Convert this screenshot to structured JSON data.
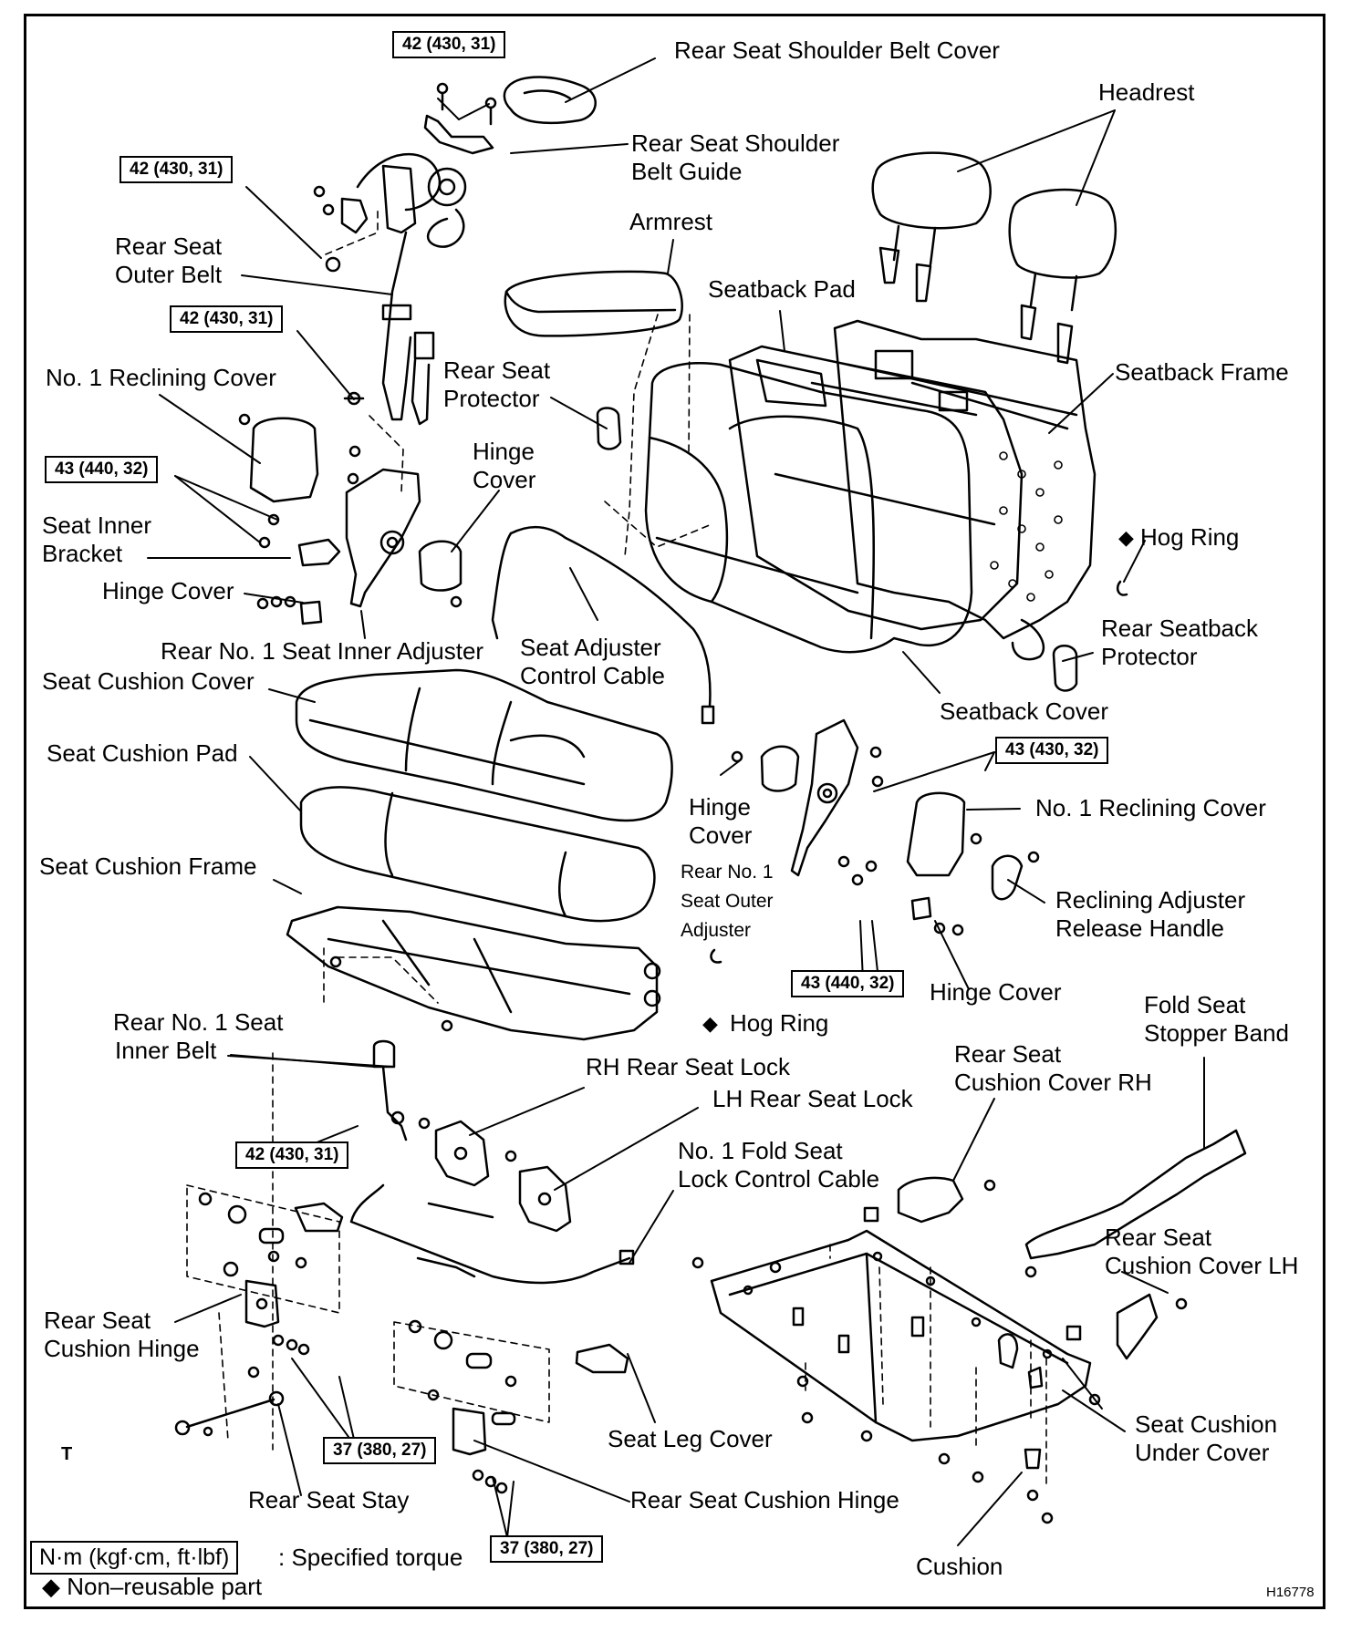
{
  "diagram": {
    "labels": {
      "shoulder_belt_cover": "Rear Seat Shoulder Belt Cover",
      "shoulder_belt_guide_1": "Rear Seat Shoulder",
      "shoulder_belt_guide_2": "Belt Guide",
      "headrest": "Headrest",
      "armrest": "Armrest",
      "outer_belt_1": "Rear Seat",
      "outer_belt_2": "Outer Belt",
      "seatback_pad": "Seatback Pad",
      "seatback_frame": "Seatback Frame",
      "reclining_cover_left": "No. 1 Reclining Cover",
      "rear_seat_protector_1": "Rear Seat",
      "rear_seat_protector_2": "Protector",
      "hinge_cover_top_1": "Hinge",
      "hinge_cover_top_2": "Cover",
      "seat_inner_bracket_1": "Seat Inner",
      "seat_inner_bracket_2": "Bracket",
      "hog_ring_right": "Hog Ring",
      "hinge_cover_left": "Hinge Cover",
      "rear_seatback_protector_1": "Rear Seatback",
      "rear_seatback_protector_2": "Protector",
      "inner_adjuster": "Rear No. 1 Seat Inner Adjuster",
      "adjuster_cable_1": "Seat Adjuster",
      "adjuster_cable_2": "Control Cable",
      "seat_cushion_cover": "Seat Cushion Cover",
      "seatback_cover": "Seatback Cover",
      "seat_cushion_pad": "Seat Cushion Pad",
      "hinge_cover_mid_1": "Hinge",
      "hinge_cover_mid_2": "Cover",
      "reclining_cover_right": "No. 1 Reclining Cover",
      "seat_cushion_frame": "Seat Cushion Frame",
      "outer_adjuster_1": "Rear No. 1",
      "outer_adjuster_2": "Seat Outer",
      "outer_adjuster_3": "Adjuster",
      "reclining_handle_1": "Reclining Adjuster",
      "reclining_handle_2": "Release Handle",
      "hinge_cover_right": "Hinge Cover",
      "hog_ring_center": "Hog Ring",
      "inner_belt_1": "Rear No. 1 Seat",
      "inner_belt_2": "Inner Belt",
      "fold_seat_stopper_1": "Fold Seat",
      "fold_seat_stopper_2": "Stopper Band",
      "cushion_cover_rh_1": "Rear Seat",
      "cushion_cover_rh_2": "Cushion Cover RH",
      "rh_seat_lock": "RH Rear Seat Lock",
      "lh_seat_lock": "LH Rear Seat Lock",
      "fold_lock_cable_1": "No. 1 Fold Seat",
      "fold_lock_cable_2": "Lock Control Cable",
      "cushion_cover_lh_1": "Rear Seat",
      "cushion_cover_lh_2": "Cushion Cover LH",
      "cushion_hinge_left_1": "Rear Seat",
      "cushion_hinge_left_2": "Cushion Hinge",
      "seat_leg_cover": "Seat Leg Cover",
      "under_cover_1": "Seat Cushion",
      "under_cover_2": "Under Cover",
      "marker_t": "T",
      "rear_seat_stay": "Rear Seat Stay",
      "cushion_hinge_bottom": "Rear Seat Cushion Hinge",
      "cushion": "Cushion"
    },
    "torque_specs": {
      "shoulder_top": "42 (430, 31)",
      "outer_belt_upper": "42 (430, 31)",
      "outer_belt_lower": "42 (430, 31)",
      "inner_bracket": "43 (440, 32)",
      "outer_adjuster_upper": "43 (430, 32)",
      "outer_adjuster_lower": "43 (440, 32)",
      "inner_belt": "42 (430, 31)",
      "cushion_hinge_left": "37 (380, 27)",
      "cushion_hinge_bottom": "37 (380, 27)"
    },
    "non_reusable_symbol": "◆",
    "legend": {
      "unit_box": "N·m (kgf·cm, ft·lbf)",
      "unit_text": ": Specified torque",
      "non_reusable": "◆ Non–reusable part"
    },
    "figure_id": "H16778"
  }
}
